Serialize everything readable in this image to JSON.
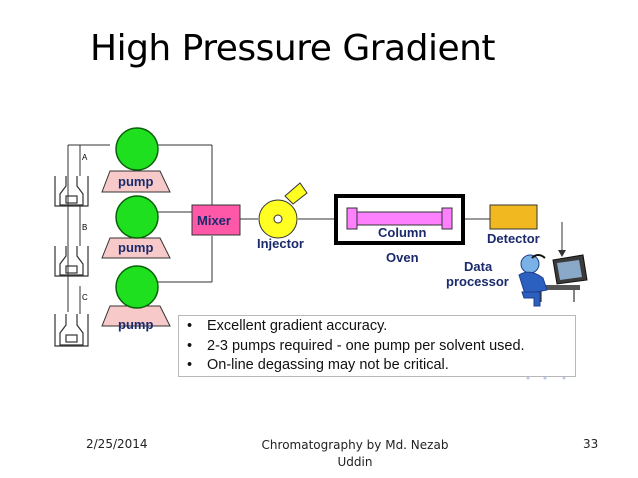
{
  "title": "High Pressure Gradient",
  "diagram": {
    "reservoir_labels": [
      "A",
      "B",
      "C"
    ],
    "pump_label": "pump",
    "mixer_label": "Mixer",
    "injector_label": "Injector",
    "column_label": "Column",
    "oven_label": "Oven",
    "detector_label": "Detector",
    "data_processor_label_line1": "Data",
    "data_processor_label_line2": "processor",
    "colors": {
      "pump": "#1fe01f",
      "pump_base": "#f7c9c9",
      "mixer": "#ff58a8",
      "injector": "#ffff22",
      "column": "#ff80ff",
      "detector": "#f2b820"
    }
  },
  "bullets": [
    "Excellent gradient accuracy.",
    "2-3 pumps required - one pump per solvent used.",
    "On-line degassing may not be critical."
  ],
  "bullet_symbol": "•",
  "footer": {
    "date": "2/25/2014",
    "source": "Chromatography by Md. Nezab Uddin",
    "page": "33"
  }
}
